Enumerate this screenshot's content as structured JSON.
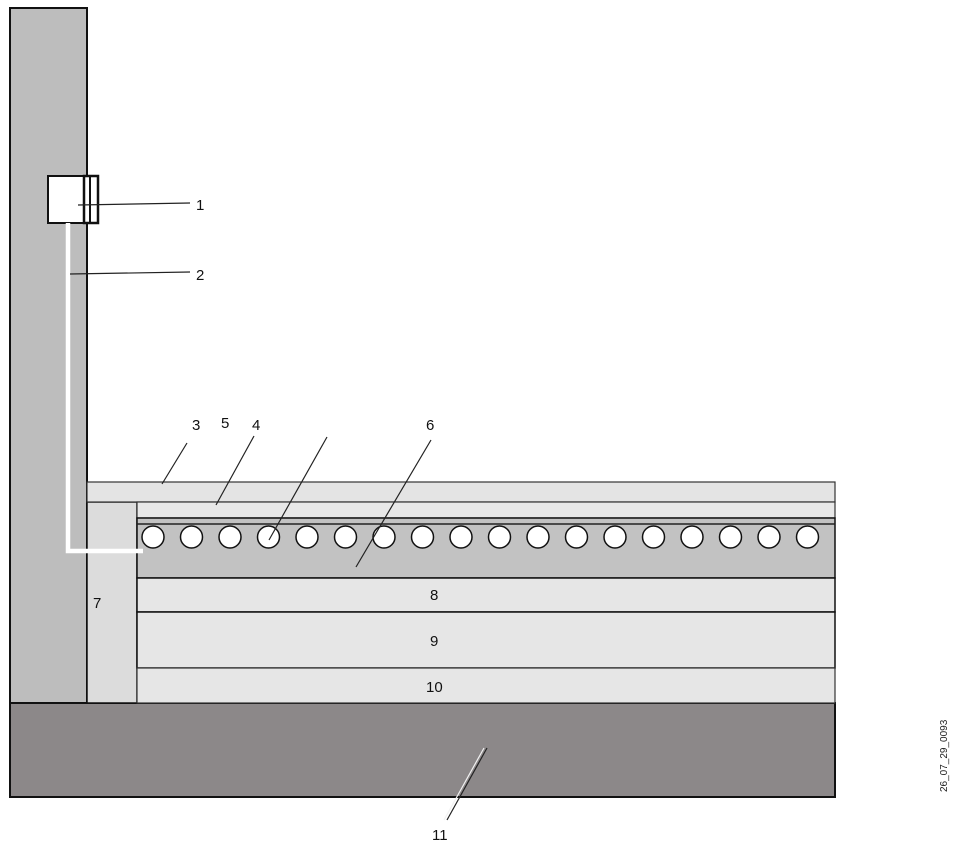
{
  "diagram": {
    "labels": {
      "l1": "1",
      "l2": "2",
      "l3": "3",
      "l4": "4",
      "l5": "5",
      "l6": "6",
      "l7": "7",
      "l8": "8",
      "l9": "9",
      "l10": "10",
      "l11": "11"
    },
    "image_code": "26_07_29_0093",
    "pipe_count": 18
  }
}
